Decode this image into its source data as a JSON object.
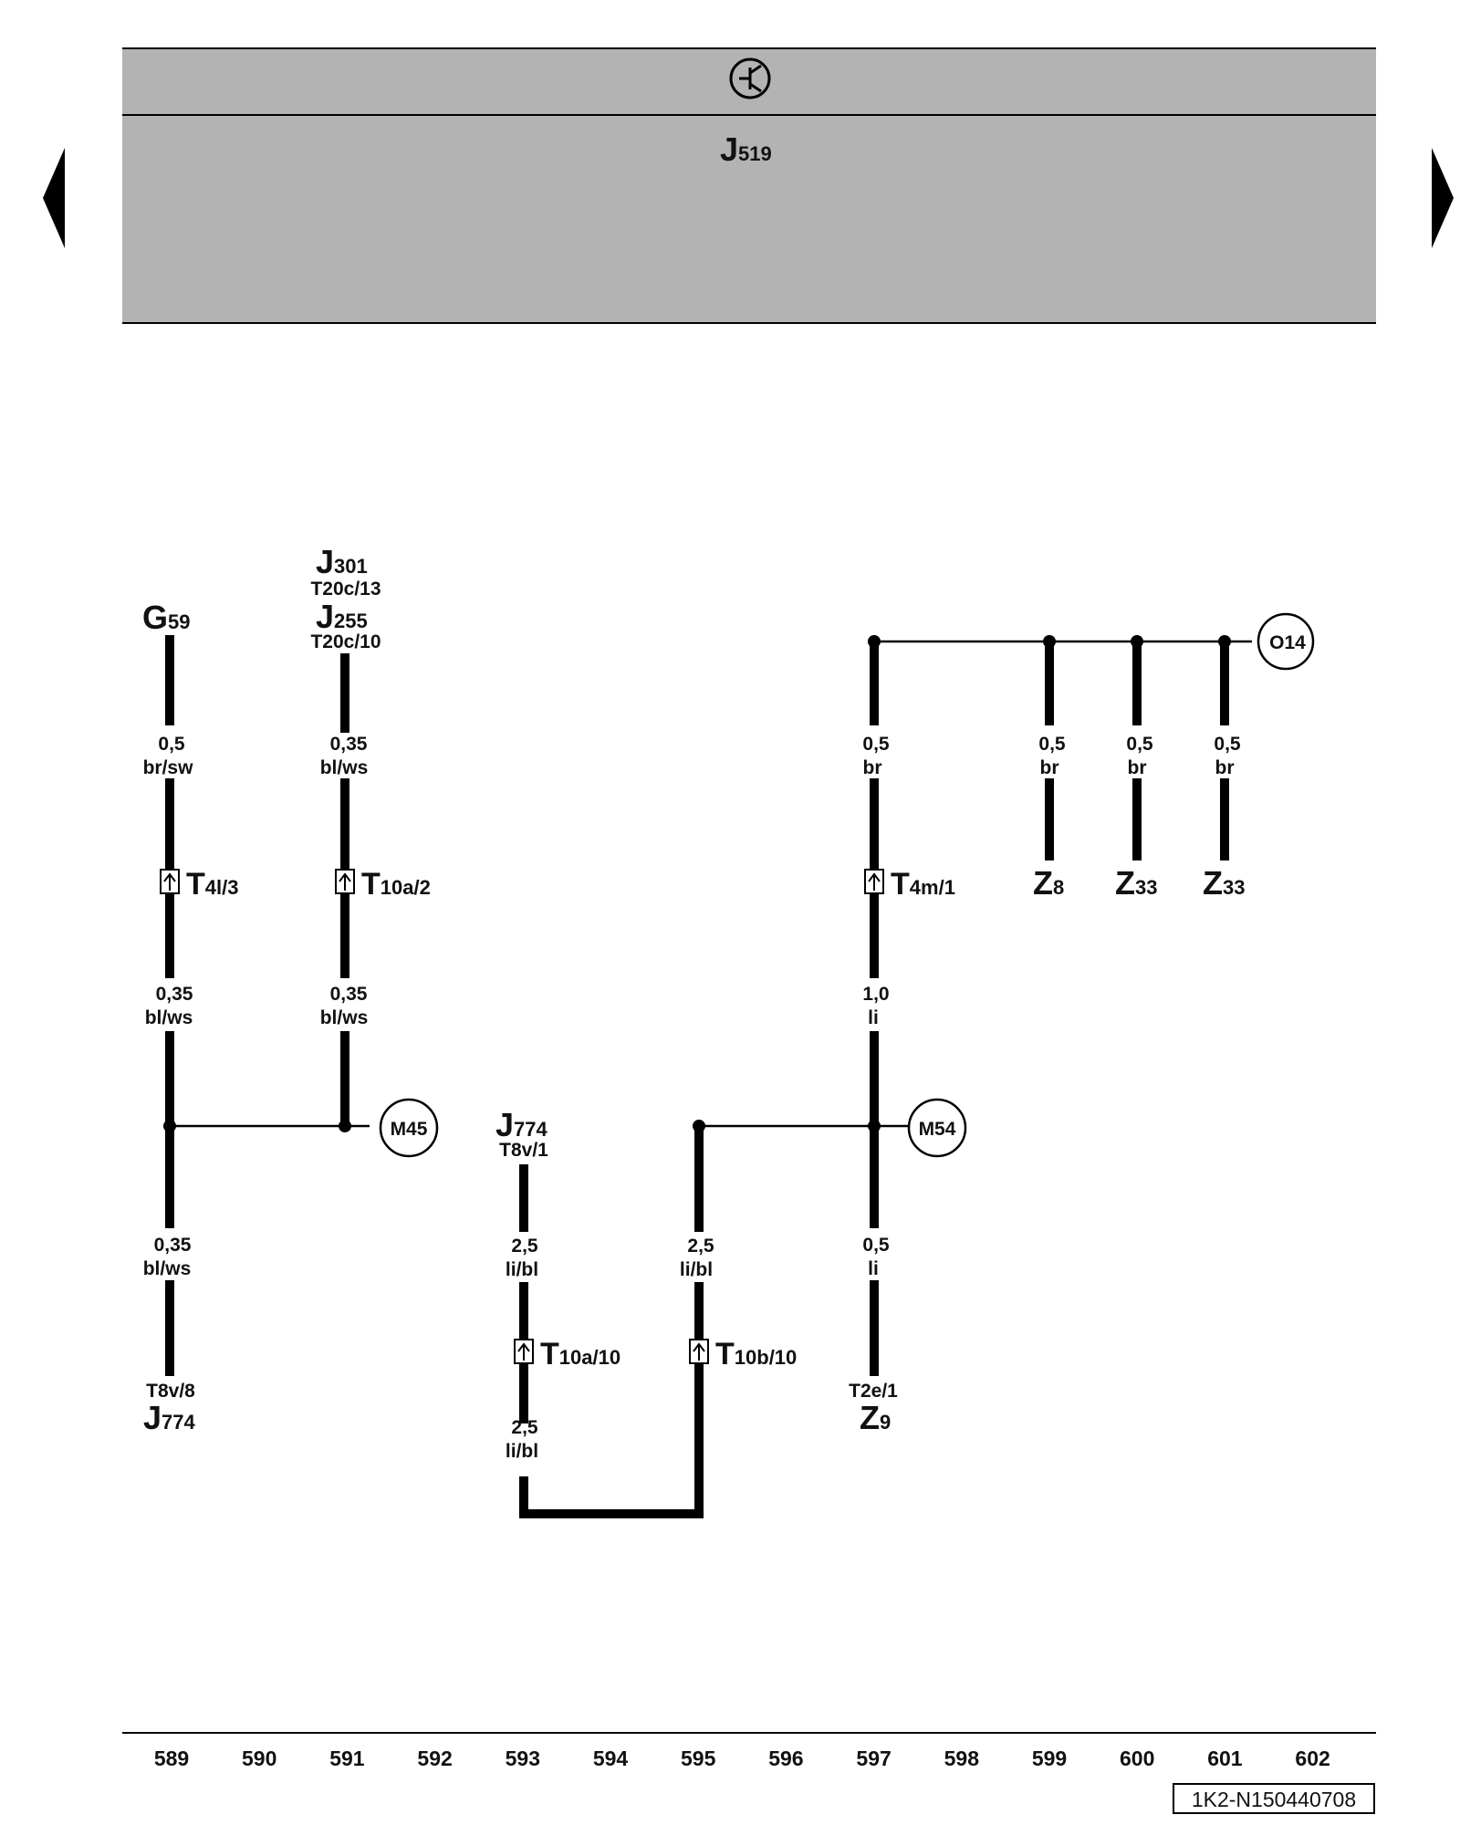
{
  "header": {
    "control_unit": {
      "letter": "J",
      "number": "519"
    },
    "symbol_icon": "electronic-control-unit-icon"
  },
  "nav": {
    "prev_icon": "triangle-left-icon",
    "next_icon": "triangle-right-icon"
  },
  "diagram": {
    "g59": {
      "letter": "G",
      "number": "59"
    },
    "j301": {
      "letter": "J",
      "number": "301",
      "pin": "T20c/13"
    },
    "j255": {
      "letter": "J",
      "number": "255",
      "pin": "T20c/10"
    },
    "wire_589_top": {
      "size": "0,5",
      "color": "br/sw"
    },
    "wire_589_mid": {
      "size": "0,35",
      "color": "bl/ws"
    },
    "wire_589_bot": {
      "size": "0,35",
      "color": "bl/ws"
    },
    "wire_591_top": {
      "size": "0,35",
      "color": "bl/ws"
    },
    "wire_591_mid": {
      "size": "0,35",
      "color": "bl/ws"
    },
    "conn_t4l": {
      "letter": "T",
      "pin": "4l/3"
    },
    "conn_t10a2": {
      "letter": "T",
      "pin": "10a/2"
    },
    "j774_bottom": {
      "letter": "J",
      "number": "774",
      "pin": "T8v/8"
    },
    "m45": "M45",
    "j774_mid": {
      "letter": "J",
      "number": "774",
      "pin": "T8v/1"
    },
    "wire_593_top": {
      "size": "2,5",
      "color": "li/bl"
    },
    "wire_593_bot": {
      "size": "2,5",
      "color": "li/bl"
    },
    "wire_595": {
      "size": "2,5",
      "color": "li/bl"
    },
    "conn_t10a10": {
      "letter": "T",
      "pin": "10a/10"
    },
    "conn_t10b10": {
      "letter": "T",
      "pin": "10b/10"
    },
    "wire_597_top": {
      "size": "0,5",
      "color": "br"
    },
    "wire_597_mid": {
      "size": "1,0",
      "color": "li"
    },
    "wire_597_bot": {
      "size": "0,5",
      "color": "li"
    },
    "conn_t4m": {
      "letter": "T",
      "pin": "4m/1"
    },
    "m54": "M54",
    "z9": {
      "letter": "Z",
      "number": "9",
      "pin": "T2e/1"
    },
    "o14": "O14",
    "wire_599": {
      "size": "0,5",
      "color": "br"
    },
    "wire_600": {
      "size": "0,5",
      "color": "br"
    },
    "wire_601": {
      "size": "0,5",
      "color": "br"
    },
    "z8": {
      "letter": "Z",
      "number": "8"
    },
    "z33_a": {
      "letter": "Z",
      "number": "33"
    },
    "z33_b": {
      "letter": "Z",
      "number": "33"
    }
  },
  "footer": {
    "columns": [
      "589",
      "590",
      "591",
      "592",
      "593",
      "594",
      "595",
      "596",
      "597",
      "598",
      "599",
      "600",
      "601",
      "602"
    ],
    "doc_code": "1K2-N150440708"
  },
  "colors": {
    "header_fill": "#b3b3b3",
    "line": "#000000",
    "background": "#ffffff"
  }
}
